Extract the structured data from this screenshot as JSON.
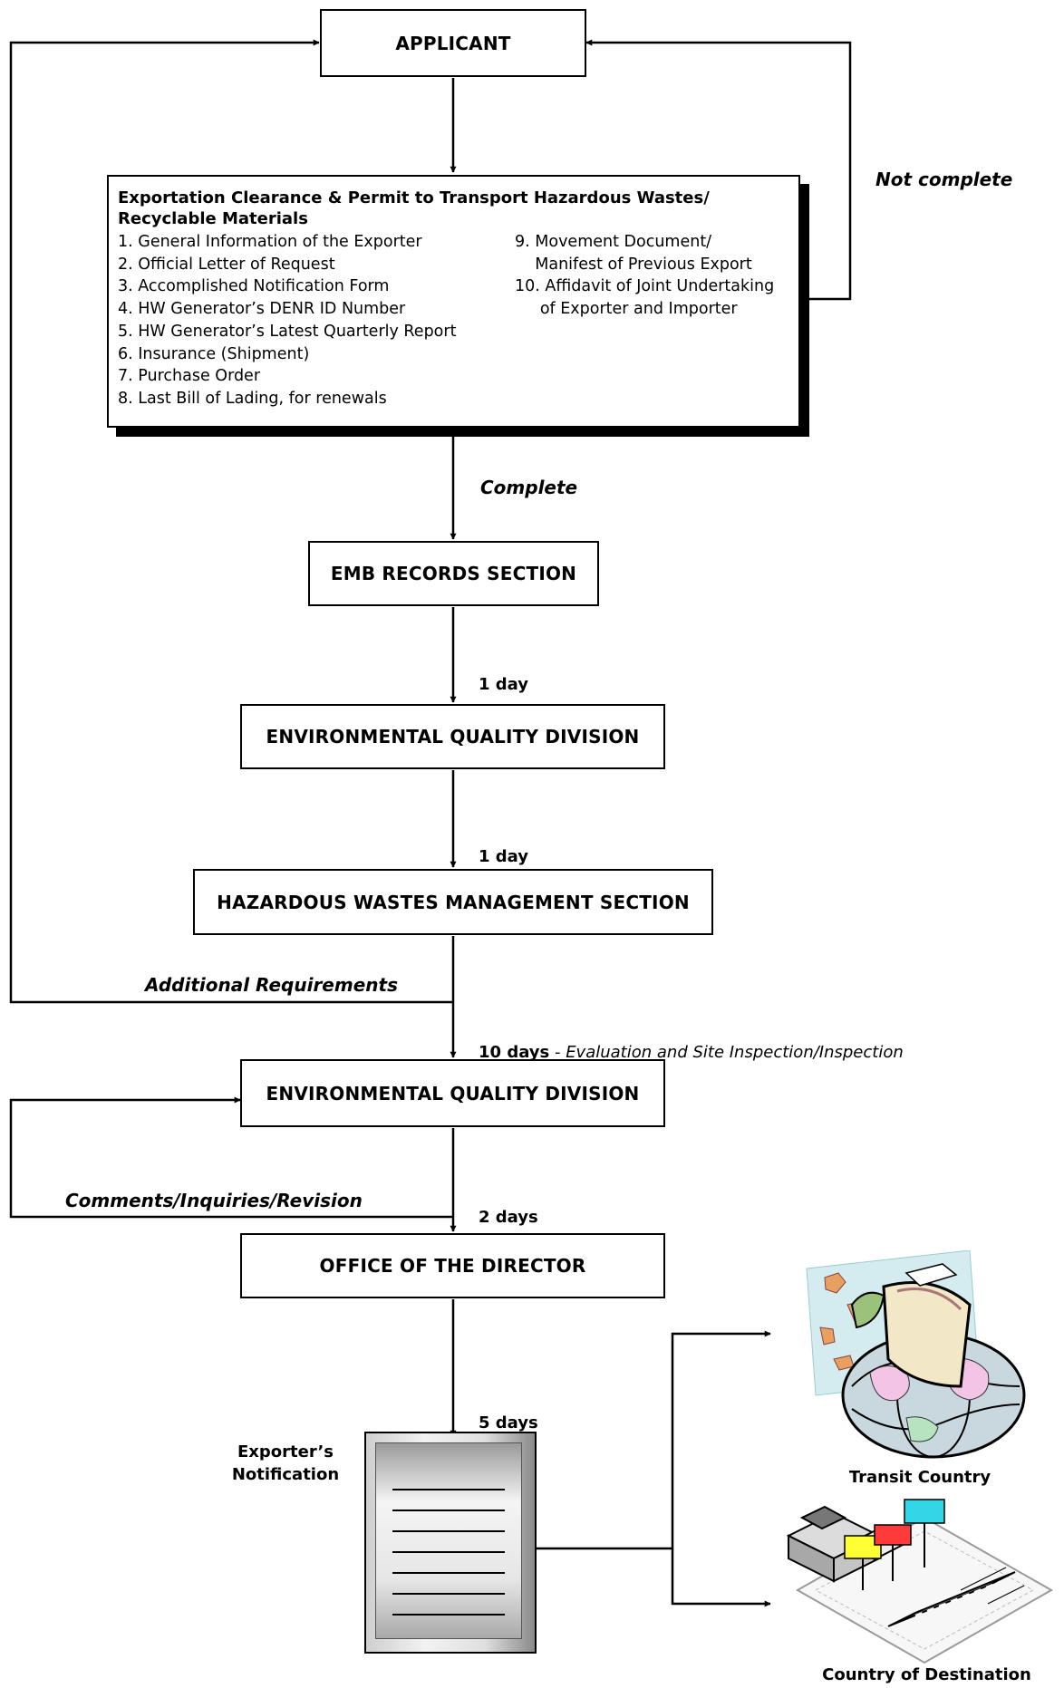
{
  "boxes": {
    "applicant": "APPLICANT",
    "emb_records": "EMB RECORDS SECTION",
    "eqd_1": "ENVIRONMENTAL QUALITY DIVISION",
    "hwms": "HAZARDOUS WASTES MANAGEMENT SECTION",
    "eqd_2": "ENVIRONMENTAL QUALITY DIVISION",
    "director": "OFFICE OF THE DIRECTOR"
  },
  "requirements": {
    "title": "Exportation Clearance & Permit to Transport Hazardous Wastes/ Recyclable Materials",
    "left_items": [
      "1. General Information of the Exporter",
      "2. Official Letter of Request",
      "3. Accomplished Notification Form",
      "4. HW Generator’s DENR ID Number",
      "5. HW Generator’s Latest Quarterly Report",
      "6. Insurance (Shipment)",
      "7. Purchase Order",
      "8. Last Bill of Lading, for renewals"
    ],
    "right_items": [
      "9. Movement Document/",
      "    Manifest of Previous Export",
      "10. Affidavit of Joint Undertaking",
      "     of Exporter and Importer"
    ]
  },
  "labels": {
    "not_complete": "Not complete",
    "complete": "Complete",
    "day1_a": "1 day",
    "day1_b": "1 day",
    "additional": "Additional Requirements",
    "days10": "10 days",
    "days10_desc": " - Evaluation and Site Inspection/Inspection",
    "days2": "2 days",
    "comments": "Comments/Inquiries/Revision",
    "days5": "5 days",
    "exporter_notification": "Exporter’s\nNotification",
    "transit_country": "Transit Country",
    "destination_country": "Country of Destination"
  },
  "icons": {
    "document": "notification-document-icon",
    "transit": "globe-ship-icon",
    "destination": "airport-flags-icon"
  }
}
